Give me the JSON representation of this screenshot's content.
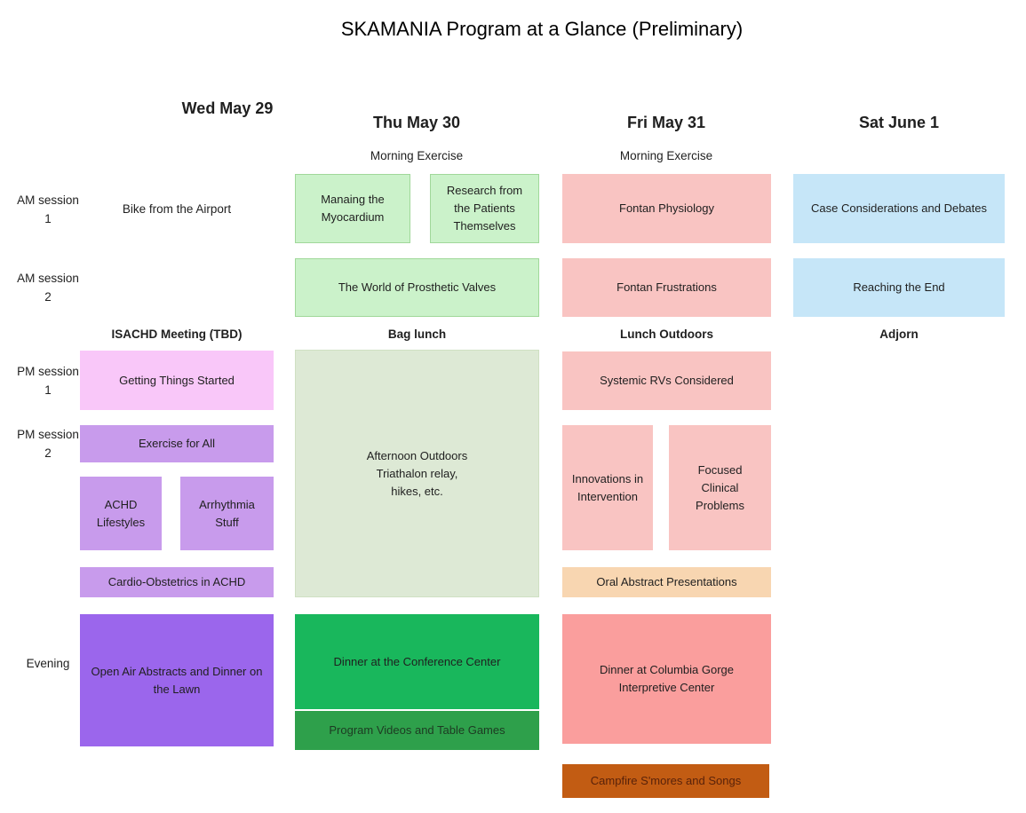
{
  "title": "SKAMANIA Program at a Glance (Preliminary)",
  "palette": {
    "light_green": "#cbf2ca",
    "light_green_border": "#a0d89a",
    "sage_green": "#dde9d5",
    "bright_green": "#19b75c",
    "mid_green": "#2ea04b",
    "mid_green_text": "#1d3a22",
    "salmon": "#f9c4c2",
    "peach": "#f8d6b1",
    "rose": "#fa9e9d",
    "burnt_orange": "#c25c13",
    "burnt_orange_text": "#59220a",
    "light_blue": "#c6e6f8",
    "light_pink": "#f9c7f9",
    "purple": "#c89bec",
    "dark_purple": "#9b66ec"
  },
  "header": {
    "days": [
      {
        "label": "Wed May 29",
        "note": ""
      },
      {
        "label": "Thu May 30",
        "note": "Morning Exercise"
      },
      {
        "label": "Fri May 31",
        "note": "Morning Exercise"
      },
      {
        "label": "Sat June 1",
        "note": ""
      }
    ]
  },
  "row_labels": {
    "am1": "AM session 1",
    "am2": "AM session 2",
    "pm1": "PM session 1",
    "pm2": "PM session 2",
    "evening": "Evening"
  },
  "midday": {
    "wed": "ISACHD Meeting (TBD)",
    "thu": "Bag lunch",
    "fri": "Lunch Outdoors",
    "sat": "Adjorn"
  },
  "events": {
    "wed": {
      "bike": "Bike from the Airport",
      "getting_started": "Getting Things Started",
      "exercise": "Exercise for All",
      "achd_lifestyles": "ACHD Lifestyles",
      "arrhythmia": "Arrhythmia Stuff",
      "cardio_ob": "Cardio-Obstetrics in ACHD",
      "open_air": "Open Air Abstracts and Dinner on the Lawn"
    },
    "thu": {
      "managing": "Manaing the Myocardium",
      "research": "Research from the Patients Themselves",
      "valves": "The World of Prosthetic Valves",
      "afternoon": "Afternoon Outdoors\nTriathalon relay,\nhikes, etc.",
      "dinner": "Dinner at the Conference Center",
      "videos": "Program Videos and Table Games"
    },
    "fri": {
      "fontan_physiology": "Fontan Physiology",
      "fontan_frustrations": "Fontan Frustrations",
      "systemic_rvs": "Systemic RVs Considered",
      "innovations": "Innovations in Intervention",
      "focused": "Focused Clinical Problems",
      "oral_abstracts": "Oral Abstract Presentations",
      "dinner": "Dinner at Columbia Gorge Interpretive Center",
      "campfire": "Campfire S'mores and Songs"
    },
    "sat": {
      "cases": "Case Considerations and Debates",
      "reaching": "Reaching the End"
    }
  }
}
